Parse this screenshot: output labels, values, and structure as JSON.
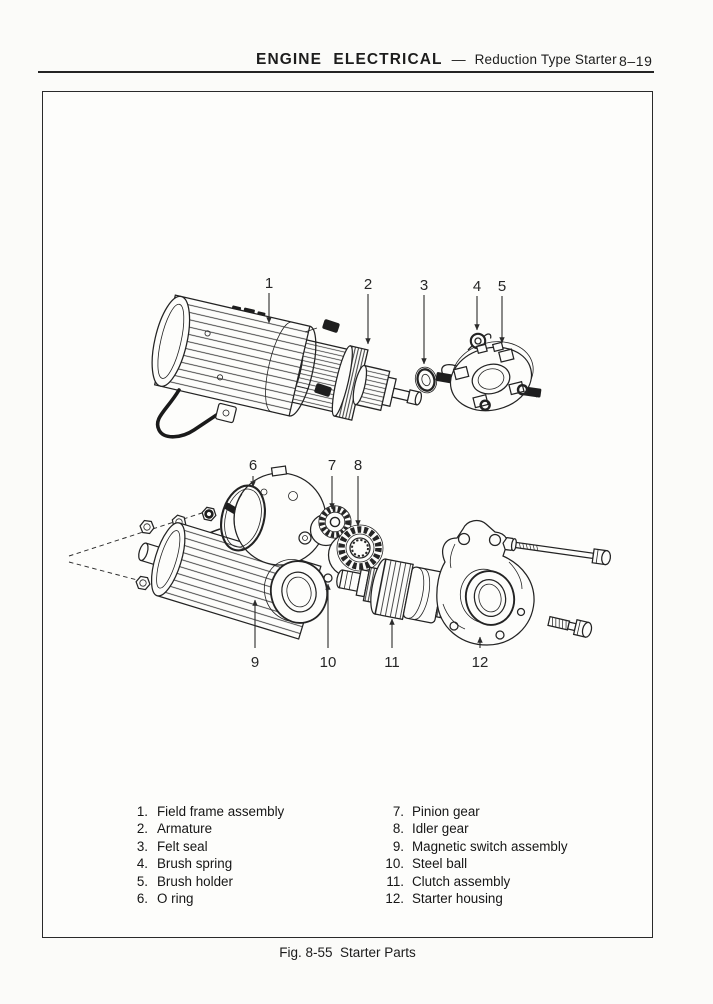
{
  "header": {
    "section": "ENGINE ELECTRICAL",
    "separator": "—",
    "subsection": "Reduction Type Starter",
    "page_number": "8–19"
  },
  "figure": {
    "caption": "Fig. 8-55  Starter Parts"
  },
  "callouts": [
    "1",
    "2",
    "3",
    "4",
    "5",
    "6",
    "7",
    "8",
    "9",
    "10",
    "11",
    "12"
  ],
  "parts_list": {
    "left": [
      {
        "num": "1.",
        "name": "Field frame assembly"
      },
      {
        "num": "2.",
        "name": "Armature"
      },
      {
        "num": "3.",
        "name": "Felt seal"
      },
      {
        "num": "4.",
        "name": "Brush spring"
      },
      {
        "num": "5.",
        "name": "Brush holder"
      },
      {
        "num": "6.",
        "name": "O ring"
      }
    ],
    "right": [
      {
        "num": "7.",
        "name": "Pinion gear"
      },
      {
        "num": "8.",
        "name": "Idler gear"
      },
      {
        "num": "9.",
        "name": "Magnetic switch assembly"
      },
      {
        "num": "10.",
        "name": "Steel ball"
      },
      {
        "num": "11.",
        "name": "Clutch assembly"
      },
      {
        "num": "12.",
        "name": "Starter housing"
      }
    ]
  }
}
